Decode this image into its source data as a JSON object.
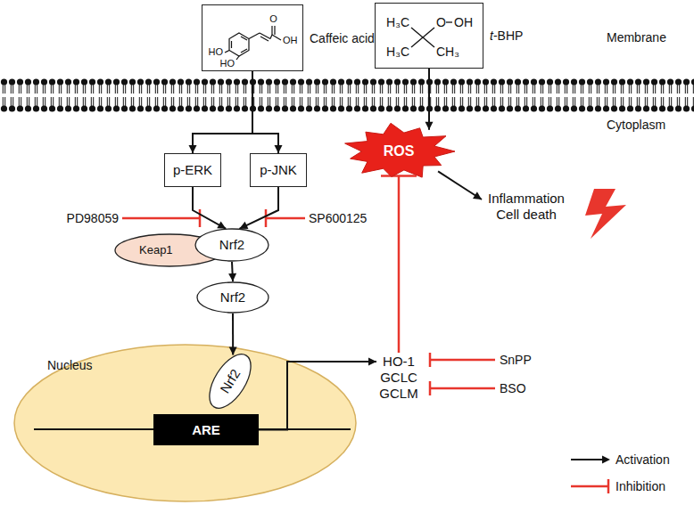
{
  "diagram": {
    "nodes": [
      {
        "text": [
          "Caffeic acid"
        ]
      },
      {
        "text": [
          "t-BHP"
        ]
      },
      {
        "text": [
          "p-ERK"
        ]
      },
      {
        "text": [
          "p-JNK"
        ]
      },
      {
        "text": [
          "Keap1"
        ]
      },
      {
        "text": [
          "Nrf2"
        ]
      },
      {
        "text": [
          "Nrf2"
        ]
      },
      {
        "text": [
          "Nucleus"
        ]
      },
      {
        "text": [
          "Nrf2"
        ],
        "in": 7
      },
      {
        "text": [
          "ARE"
        ],
        "in": 7
      },
      {
        "text": [
          "ROS"
        ]
      },
      {
        "text": [
          "HO-1 GCLC GCLM"
        ]
      },
      {
        "text": [
          "Inflammation Cell death"
        ]
      }
    ],
    "edges": [
      {
        "from": 0,
        "to": 2,
        "arrow": "to"
      },
      {
        "from": 0,
        "to": 3,
        "arrow": "to"
      },
      {
        "from": 2,
        "to": 5,
        "arrow": "to"
      },
      {
        "from": 3,
        "to": 5,
        "arrow": "to"
      },
      {
        "from": 5,
        "to": 6,
        "arrow": "to"
      },
      {
        "from": 6,
        "to": 8,
        "arrow": "to"
      },
      {
        "from": 9,
        "to": 11,
        "arrow": "to"
      },
      {
        "from": 1,
        "to": 10,
        "arrow": "to"
      },
      {
        "from": 10,
        "to": 12,
        "arrow": "to"
      },
      {
        "from": 11,
        "to": 10,
        "arrow": "to"
      }
    ],
    "labels": [
      "HO",
      "HO",
      "O",
      "OH",
      "H₃C",
      "H₃C",
      "CH₃",
      "O",
      "OH",
      "Membrane",
      "Cytoplasm",
      "PD98059",
      "SP600125",
      "SnPP",
      "BSO"
    ],
    "legend": [
      {
        "text": "Activation"
      },
      {
        "text": "Inhibition"
      }
    ]
  }
}
